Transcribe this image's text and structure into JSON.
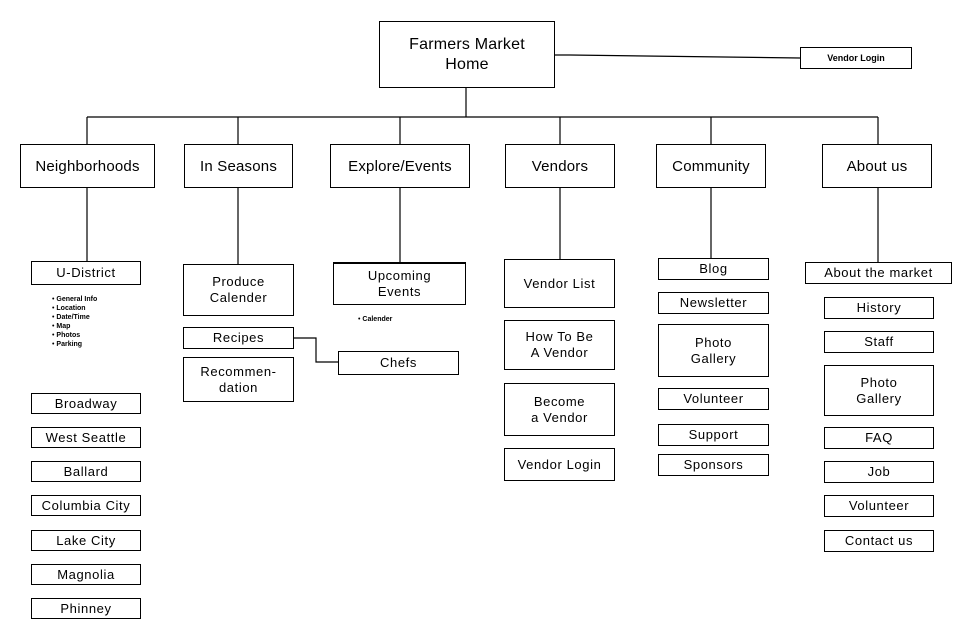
{
  "home": "Farmers Market\nHome",
  "vendor_login_top": "Vendor Login",
  "sections": {
    "neighborhoods": {
      "label": "Neighborhoods",
      "udistrict": "U-District",
      "udistrict_bullets": [
        "General Info",
        "Location",
        "Date/Time",
        "Map",
        "Photos",
        "Parking"
      ],
      "items": [
        "Broadway",
        "West Seattle",
        "Ballard",
        "Columbia City",
        "Lake City",
        "Magnolia",
        "Phinney"
      ]
    },
    "in_seasons": {
      "label": "In Seasons",
      "produce": "Produce\nCalender",
      "recipes": "Recipes",
      "recommendation": "Recommen-\ndation",
      "chefs": "Chefs"
    },
    "explore_events": {
      "label": "Explore/Events",
      "upcoming": "Upcoming\nEvents",
      "upcoming_bullets": [
        "Calender"
      ]
    },
    "vendors": {
      "label": "Vendors",
      "items": [
        "Vendor List",
        "How To Be\nA Vendor",
        "Become\na Vendor",
        "Vendor Login"
      ]
    },
    "community": {
      "label": "Community",
      "items": [
        "Blog",
        "Newsletter",
        "Photo\nGallery",
        "Volunteer",
        "Support",
        "Sponsors"
      ]
    },
    "about_us": {
      "label": "About us",
      "about_market": "About the market",
      "items": [
        "History",
        "Staff",
        "Photo\nGallery",
        "FAQ",
        "Job",
        "Volunteer",
        "Contact us"
      ]
    }
  }
}
